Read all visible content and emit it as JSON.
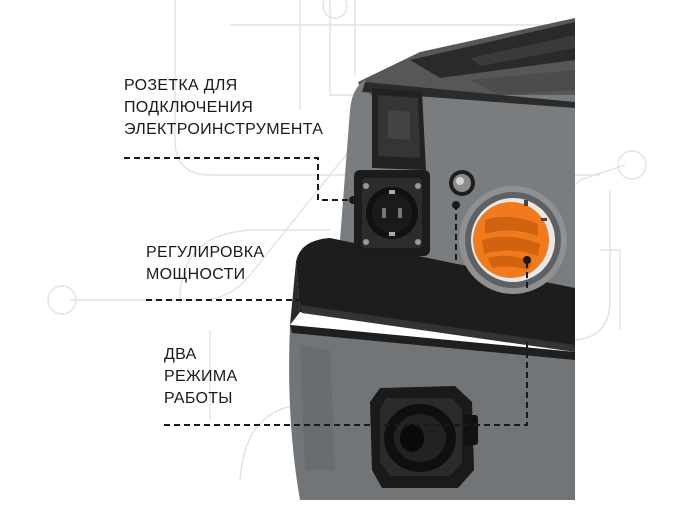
{
  "callouts": {
    "socket": [
      "РОЗЕТКА ДЛЯ",
      "ПОДКЛЮЧЕНИЯ",
      "ЭЛЕКТРОИНСТРУМЕНТА"
    ],
    "power": [
      "РЕГУЛИРОВКА",
      "МОЩНОСТИ"
    ],
    "modes": [
      "ДВА",
      "РЕЖИМА",
      "РАБОТЫ"
    ]
  },
  "colors": {
    "body_gray": "#777a7c",
    "black_trim": "#1c1c1c",
    "knob_orange": "#f07a1c",
    "leader_line": "#1a1a1a",
    "watermark": "#e3e3e3"
  },
  "icons": [
    "power-socket-icon",
    "power-regulator-icon",
    "mode-switch-knob-icon",
    "hose-inlet-icon"
  ]
}
